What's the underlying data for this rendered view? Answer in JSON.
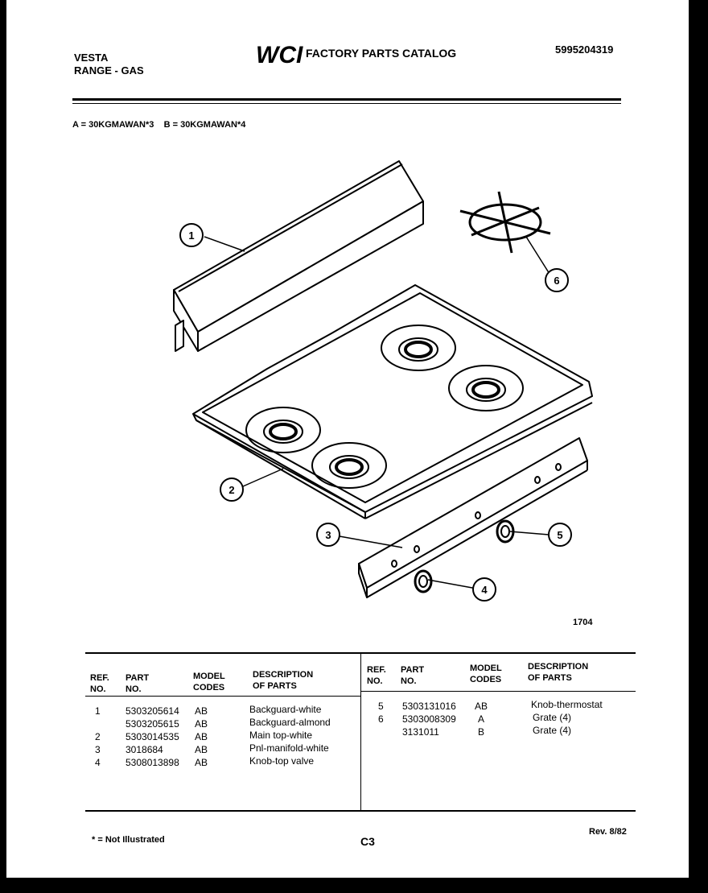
{
  "header": {
    "brand": "VESTA",
    "product": "RANGE - GAS",
    "logo": "WCI",
    "catalog_title": "FACTORY PARTS CATALOG",
    "catalog_number": "5995204319",
    "models_line": "A = 30KGMAWAN*3    B = 30KGMAWAN*4"
  },
  "diagram": {
    "figure_number": "1704",
    "callouts": [
      "1",
      "2",
      "3",
      "4",
      "5",
      "6"
    ]
  },
  "table": {
    "headers": {
      "ref_1": "REF.",
      "ref_2": "NO.",
      "part_1": "PART",
      "part_2": "NO.",
      "model_1": "MODEL",
      "model_2": "CODES",
      "desc_1": "DESCRIPTION",
      "desc_2": "OF PARTS"
    },
    "left_rows": [
      {
        "ref": "1",
        "part": "5303205614",
        "code": "AB",
        "desc": "Backguard-white"
      },
      {
        "ref": "",
        "part": "5303205615",
        "code": "AB",
        "desc": "Backguard-almond"
      },
      {
        "ref": "2",
        "part": "5303014535",
        "code": "AB",
        "desc": "Main top-white"
      },
      {
        "ref": "3",
        "part": "3018684",
        "code": "AB",
        "desc": "Pnl-manifold-white"
      },
      {
        "ref": "4",
        "part": "5308013898",
        "code": "AB",
        "desc": "Knob-top valve"
      }
    ],
    "right_rows": [
      {
        "ref": "5",
        "part": "5303131016",
        "code": "AB",
        "desc": "Knob-thermostat"
      },
      {
        "ref": "6",
        "part": "5303008309",
        "code": "A",
        "desc": "Grate (4)"
      },
      {
        "ref": "",
        "part": "3131011",
        "code": "B",
        "desc": "Grate (4)"
      }
    ]
  },
  "footer": {
    "note": "* = Not Illustrated",
    "page": "C3",
    "revision": "Rev. 8/82"
  }
}
